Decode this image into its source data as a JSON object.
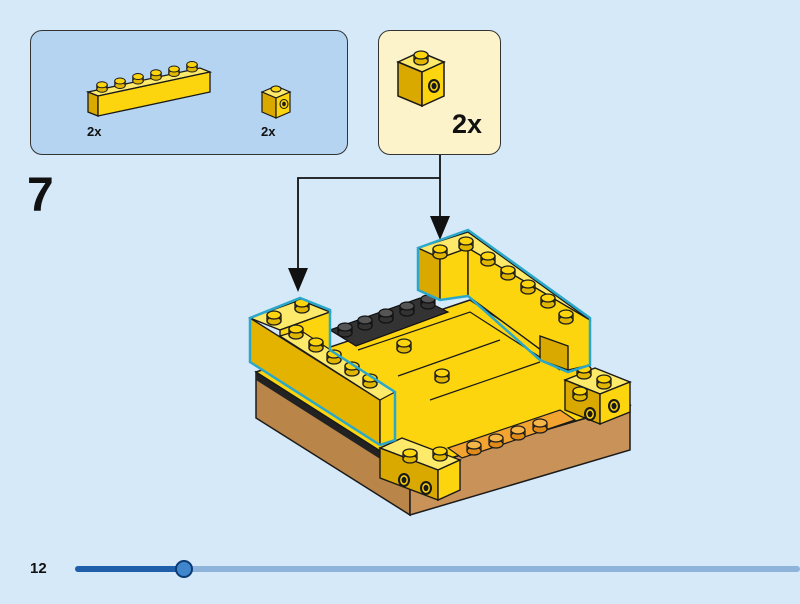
{
  "step": {
    "number": "7"
  },
  "parts_list": [
    {
      "icon": "yellow-1x6-brick-icon",
      "quantity": "2x"
    },
    {
      "icon": "yellow-1x1-brick-with-side-stud-icon",
      "quantity": "2x"
    }
  ],
  "callout": {
    "icon": "yellow-1x1-brick-with-side-stud-icon",
    "quantity": "2x"
  },
  "page": {
    "number": "12",
    "progress": 0.15
  },
  "colors": {
    "background": "#d6e9f9",
    "parts_box": "#b5d4f1",
    "callout_box": "#fdf3cb",
    "brick_yellow": "#fcd50e",
    "highlight_outline": "#2aa7c9",
    "progress_fill": "#1f5ea8",
    "progress_track": "#8fb4dc"
  }
}
